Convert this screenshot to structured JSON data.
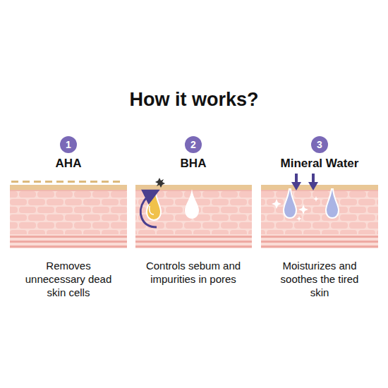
{
  "diagram": {
    "title": "How it works?",
    "nodes": [
      {
        "text": [
          "1"
        ]
      },
      {
        "text": [
          "2"
        ]
      },
      {
        "text": [
          "3"
        ]
      }
    ],
    "labels": [
      "AHA",
      "BHA",
      "Mineral Water",
      "Removes unnecessary dead skin cells",
      "Controls sebum and impurities in pores",
      "Moisturizes and soothes the tired skin"
    ]
  }
}
